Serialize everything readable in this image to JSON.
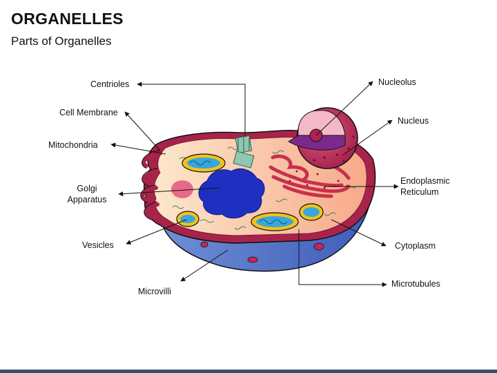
{
  "title": "ORGANELLES",
  "subtitle": "Parts of Organelles",
  "labels": {
    "centrioles": "Centrioles",
    "cell_membrane": "Cell Membrane",
    "mitochondria": "Mitochondria",
    "golgi_line1": "Golgi",
    "golgi_line2": "Apparatus",
    "vesicles": "Vesicles",
    "microvilli": "Microvilli",
    "nucleolus": "Nucleolus",
    "nucleus": "Nucleus",
    "er_line1": "Endoplasmic",
    "er_line2": "Reticulum",
    "cytoplasm": "Cytoplasm",
    "microtubules": "Microtubules"
  },
  "colors": {
    "membrane": "#a8234a",
    "cytoplasm": "#fbd9b8",
    "cytoplasm_inner": "#f7b89a",
    "base": "#5b79c9",
    "golgi": "#1f2fc2",
    "mitochondria_outer": "#f3c21a",
    "mitochondria_inner": "#3aa7dc",
    "nucleus": "#c0285a",
    "er": "#e0506a",
    "centriole": "#8fc7b0",
    "bottom_bar": "#3b4e6e"
  }
}
